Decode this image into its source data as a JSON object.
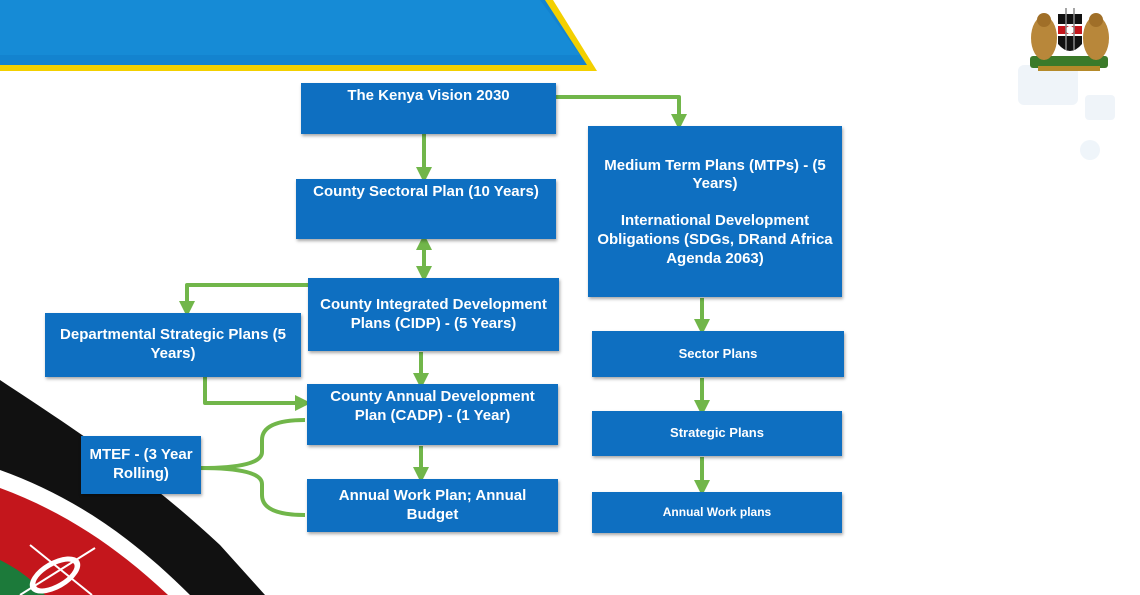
{
  "colors": {
    "box_fill": "#0e6fc1",
    "box_text": "#ffffff",
    "connector": "#71b64a",
    "banner_blue": "#1383cf",
    "banner_yellow": "#f3d000",
    "flag_black": "#111111",
    "flag_red": "#c4161c",
    "flag_green": "#1c7a3a"
  },
  "icons": {
    "emblem": "kenya-coat-of-arms-icon",
    "flag": "kenya-flag-ribbon-icon"
  },
  "nodes": {
    "vision": "The Kenya Vision 2030",
    "sectoral_plan": "County Sectoral Plan (10 Years)",
    "cidp": "County Integrated Development Plans (CIDP) - (5 Years)",
    "dept_plans": "Departmental Strategic Plans (5 Years)",
    "cadp": "County Annual Development Plan (CADP) - (1 Year)",
    "mtef": "MTEF - (3 Year Rolling)",
    "annual_work_plan": "Annual Work Plan; Annual Budget",
    "mtp_line1": "Medium Term Plans (MTPs) - (5 Years)",
    "mtp_line2": "International Development Obligations (SDGs, DRand Africa Agenda 2063)",
    "sector_plans": "Sector Plans",
    "strategic_plans": "Strategic Plans",
    "annual_work_plans": "Annual Work plans"
  }
}
